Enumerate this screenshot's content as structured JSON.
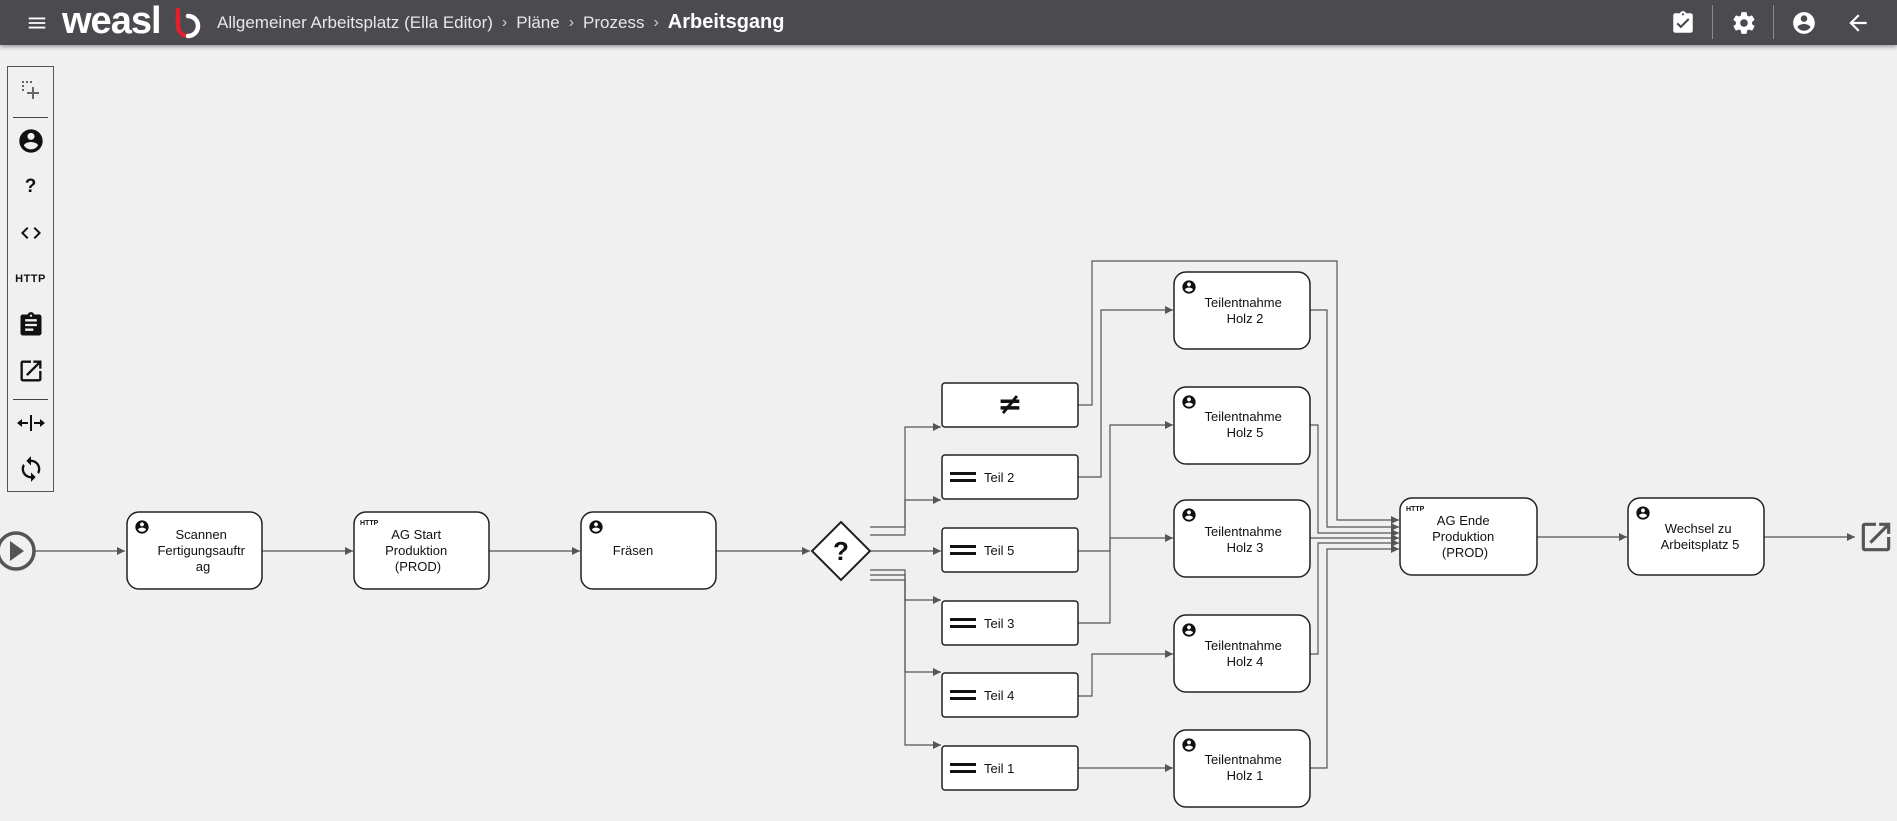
{
  "header": {
    "logo_text": "weasl",
    "breadcrumb": [
      "Allgemeiner Arbeitsplatz (Ella Editor)",
      "Pläne",
      "Prozess"
    ],
    "breadcrumb_separator": "›",
    "current": "Arbeitsgang",
    "icons": [
      "menu-icon",
      "clipboard-check-icon",
      "gear-icon",
      "account-circle-icon",
      "arrow-left-icon"
    ]
  },
  "toolbox": {
    "tools": [
      "area-select-icon",
      "user-task-icon",
      "help-icon",
      "code-icon",
      "http-icon",
      "clipboard-icon",
      "open-external-icon",
      "split-icon",
      "refresh-icon"
    ],
    "help_label": "?",
    "http_label": "HTTP"
  },
  "diagram": {
    "nodes": {
      "scannen": [
        "Scannen",
        "Fertigungsauftr",
        "ag"
      ],
      "ag_start": [
        "AG Start",
        "Produktion",
        "(PROD)"
      ],
      "fraesen": [
        "Fräsen"
      ],
      "gateway": "?",
      "neq": "≠",
      "teil2": "Teil 2",
      "teil5": "Teil 5",
      "teil3": "Teil 3",
      "teil4": "Teil 4",
      "teil1": "Teil 1",
      "holz2": [
        "Teilentnahme",
        "Holz 2"
      ],
      "holz5": [
        "Teilentnahme",
        "Holz 5"
      ],
      "holz3": [
        "Teilentnahme",
        "Holz 3"
      ],
      "holz4": [
        "Teilentnahme",
        "Holz 4"
      ],
      "holz1": [
        "Teilentnahme",
        "Holz 1"
      ],
      "ag_ende": [
        "AG Ende",
        "Produktion",
        "(PROD)"
      ],
      "wechsel": [
        "Wechsel zu",
        "Arbeitsplatz 5"
      ]
    },
    "http_badge": "HTTP"
  },
  "colors": {
    "topbar": "#4a4a4f",
    "canvas": "#f0f0f0",
    "logo_accent": "#e0202a",
    "node_stroke": "#222222",
    "edge": "#555555"
  }
}
